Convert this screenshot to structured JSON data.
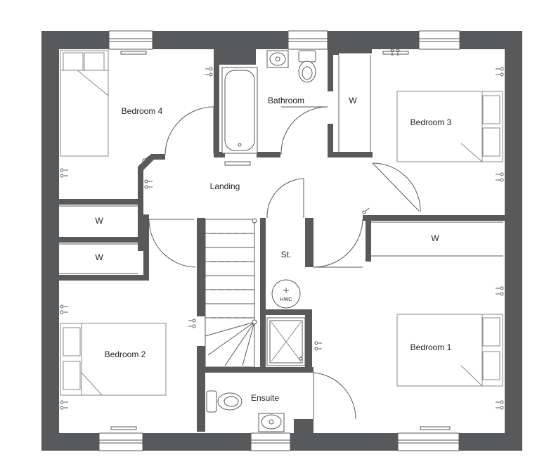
{
  "rooms": {
    "bedroom4": "Bedroom 4",
    "bathroom": "Bathroom",
    "bedroom3": "Bedroom 3",
    "landing": "Landing",
    "wardrobe": "W",
    "store": "St.",
    "bedroom2": "Bedroom 2",
    "bedroom1": "Bedroom 1",
    "ensuite": "Ensuite"
  },
  "fixtures": {
    "hot_water_cylinder": "HWC"
  },
  "colors": {
    "wall": "#58595b",
    "background": "#ffffff"
  },
  "icons": [
    "double-socket-icon",
    "window-icon",
    "radiator-icon",
    "door-swing-icon",
    "bed-icon",
    "toilet-icon",
    "basin-icon",
    "bath-icon",
    "shower-tray-icon",
    "stair-icon",
    "light-switch-icon"
  ]
}
